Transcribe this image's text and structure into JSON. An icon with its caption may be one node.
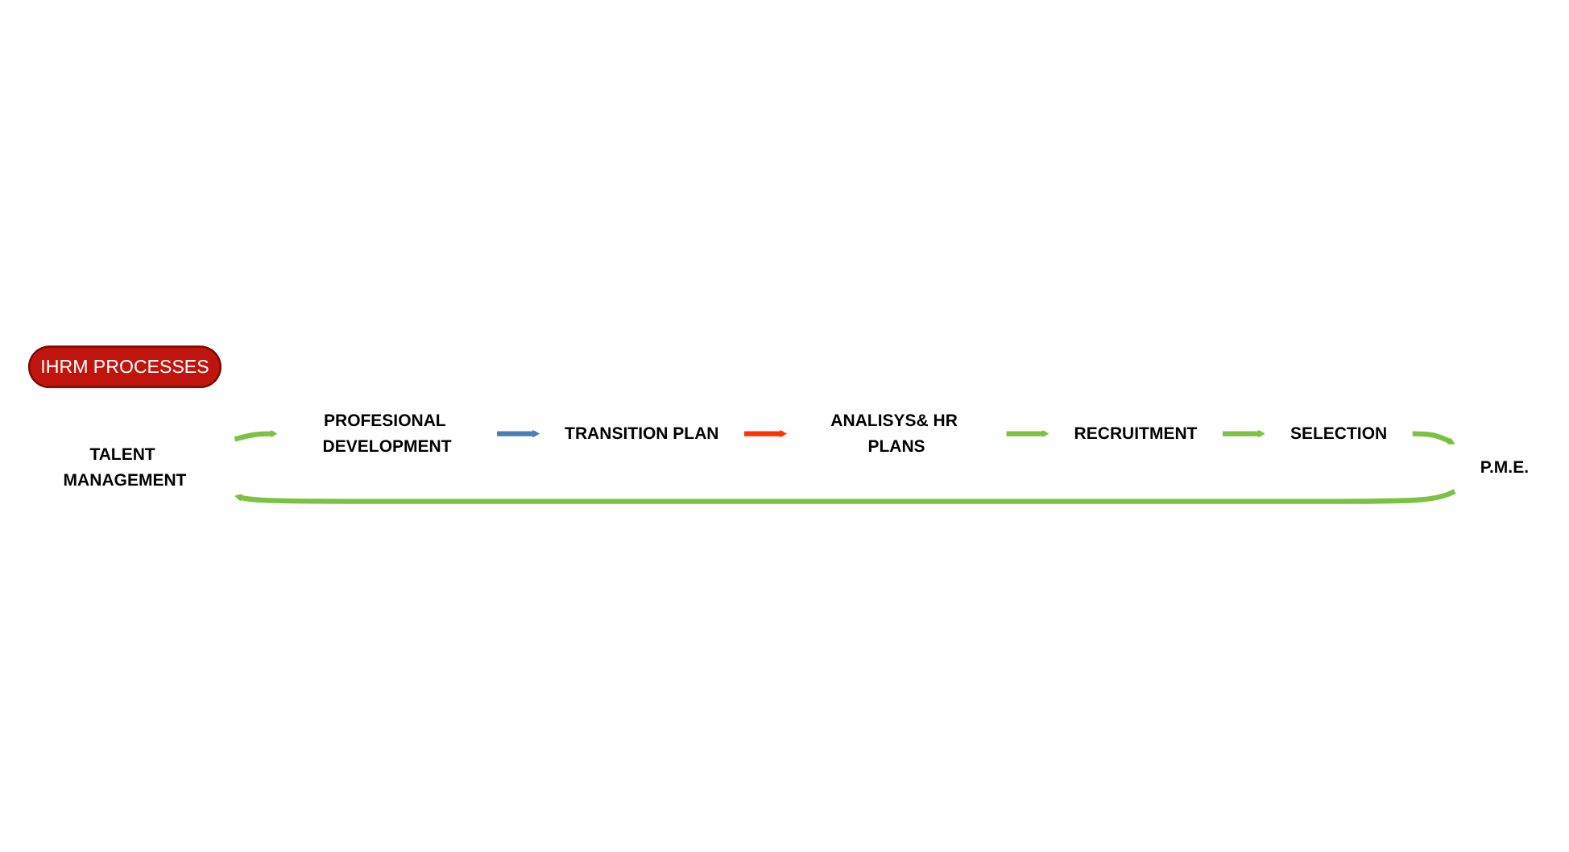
{
  "diagram": {
    "nodes": [
      {
        "text": [
          "IHRM PROCESSES"
        ]
      },
      {
        "text": [
          "TALENT MANAGEMENT"
        ]
      },
      {
        "text": [
          "PROFESIONAL DEVELOPMENT"
        ]
      },
      {
        "text": [
          "TRANSITION PLAN"
        ]
      },
      {
        "text": [
          "ANALISYS& HR PLANS"
        ]
      },
      {
        "text": [
          "RECRUITMENT"
        ]
      },
      {
        "text": [
          "SELECTION"
        ]
      },
      {
        "text": [
          "P.M.E."
        ]
      }
    ],
    "edges": [
      {
        "from": 1,
        "to": 2,
        "arrow": "to"
      },
      {
        "from": 2,
        "to": 3,
        "arrow": "to",
        "color": "#4a7ebb"
      },
      {
        "from": 3,
        "to": 4,
        "arrow": "to",
        "color": "#ff3300"
      },
      {
        "from": 4,
        "to": 5,
        "arrow": "to"
      },
      {
        "from": 5,
        "to": 6,
        "arrow": "to"
      },
      {
        "from": 6,
        "to": 7,
        "arrow": "to"
      },
      {
        "from": 7,
        "to": 1,
        "arrow": "to"
      }
    ]
  }
}
